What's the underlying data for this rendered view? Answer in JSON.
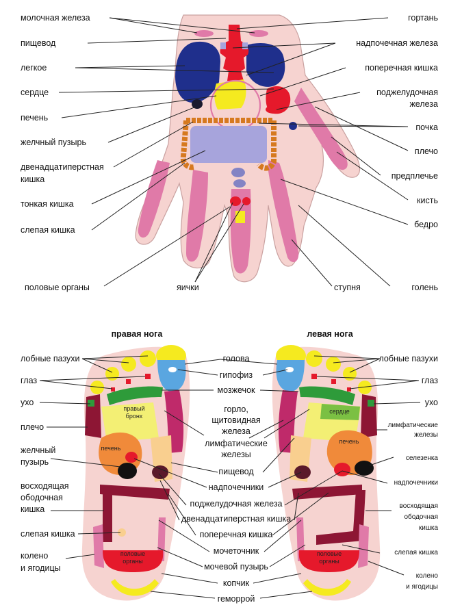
{
  "hand": {
    "labels": {
      "mammary": "молочная железа",
      "esophagus": "пищевод",
      "lung": "легкое",
      "heart": "сердце",
      "liver": "печень",
      "gallbladder": "желчный пузырь",
      "duodenum_1": "двенадцатиперстная",
      "duodenum_2": "кишка",
      "small_intestine": "тонкая кишка",
      "cecum": "слепая кишка",
      "genitals": "половые органы",
      "testicles": "яички",
      "larynx": "гортань",
      "adrenal": "надпочечная железа",
      "transverse_colon": "поперечная кишка",
      "pancreas_1": "поджелудочная",
      "pancreas_2": "железа",
      "kidney": "почка",
      "shoulder": "плечо",
      "forearm": "предплечье",
      "wrist": "кисть",
      "thigh": "бедро",
      "foot": "ступня",
      "shin": "голень"
    }
  },
  "feet": {
    "right_title": "правая нога",
    "left_title": "левая нога",
    "left_labels": {
      "sinuses": "лобные пазухи",
      "eye": "глаз",
      "ear": "ухо",
      "shoulder": "плечо",
      "gallbladder_1": "желчный",
      "gallbladder_2": "пузырь",
      "ascending_1": "восходящая",
      "ascending_2": "ободочная",
      "ascending_3": "кишка",
      "cecum": "слепая кишка",
      "knee_1": "колено",
      "knee_2": "и ягодицы"
    },
    "center_labels": {
      "head": "голова",
      "pituitary": "гипофиз",
      "cerebellum": "мозжечок",
      "throat_1": "горло,",
      "throat_2": "щитовидная",
      "throat_3": "железа",
      "lymph_1": "лимфатические",
      "lymph_2": "железы",
      "esophagus": "пищевод",
      "adrenal": "надпочечники",
      "pancreas": "поджелудочная железа",
      "duodenum": "двенадцатиперстная кишка",
      "transverse": "поперечная кишка",
      "ureter": "мочеточник",
      "bladder": "мочевой пузырь",
      "coccyx": "копчик",
      "hemorrhoids": "геморрой"
    },
    "right_labels": {
      "sinuses": "лобные пазухи",
      "eye": "глаз",
      "ear": "ухо",
      "lymph_1": "лимфатические",
      "lymph_2": "железы",
      "spleen": "селезенка",
      "adrenal": "надпочечники",
      "ascending_1": "восходящая",
      "ascending_2": "ободочная",
      "ascending_3": "кишка",
      "cecum": "слепая кишка",
      "knee_1": "колено",
      "knee_2": "и ягодицы"
    },
    "organ_text": {
      "right_bronchus_1": "правый",
      "right_bronchus_2": "бронх",
      "liver_r": "печень",
      "genitals_r_1": "половые",
      "genitals_r_2": "органы",
      "heart_l": "сердце",
      "liver_l": "печень",
      "genitals_l_1": "половые",
      "genitals_l_2": "органы"
    }
  },
  "colors": {
    "skin": "#f6d3d0",
    "skin_outline": "#c9a1a0",
    "pink": "#e07aa8",
    "red": "#e5192b",
    "navy": "#1f2f8c",
    "yellow": "#f5ea1f",
    "orange": "#f08a3a",
    "brown_orange": "#d6791f",
    "lavender": "#a7a4dc",
    "green": "#2e9b3a",
    "maroon": "#8d1634",
    "blue_light": "#5aa6e0",
    "peach": "#f9cf8f",
    "yellow_light": "#f3ef74"
  }
}
